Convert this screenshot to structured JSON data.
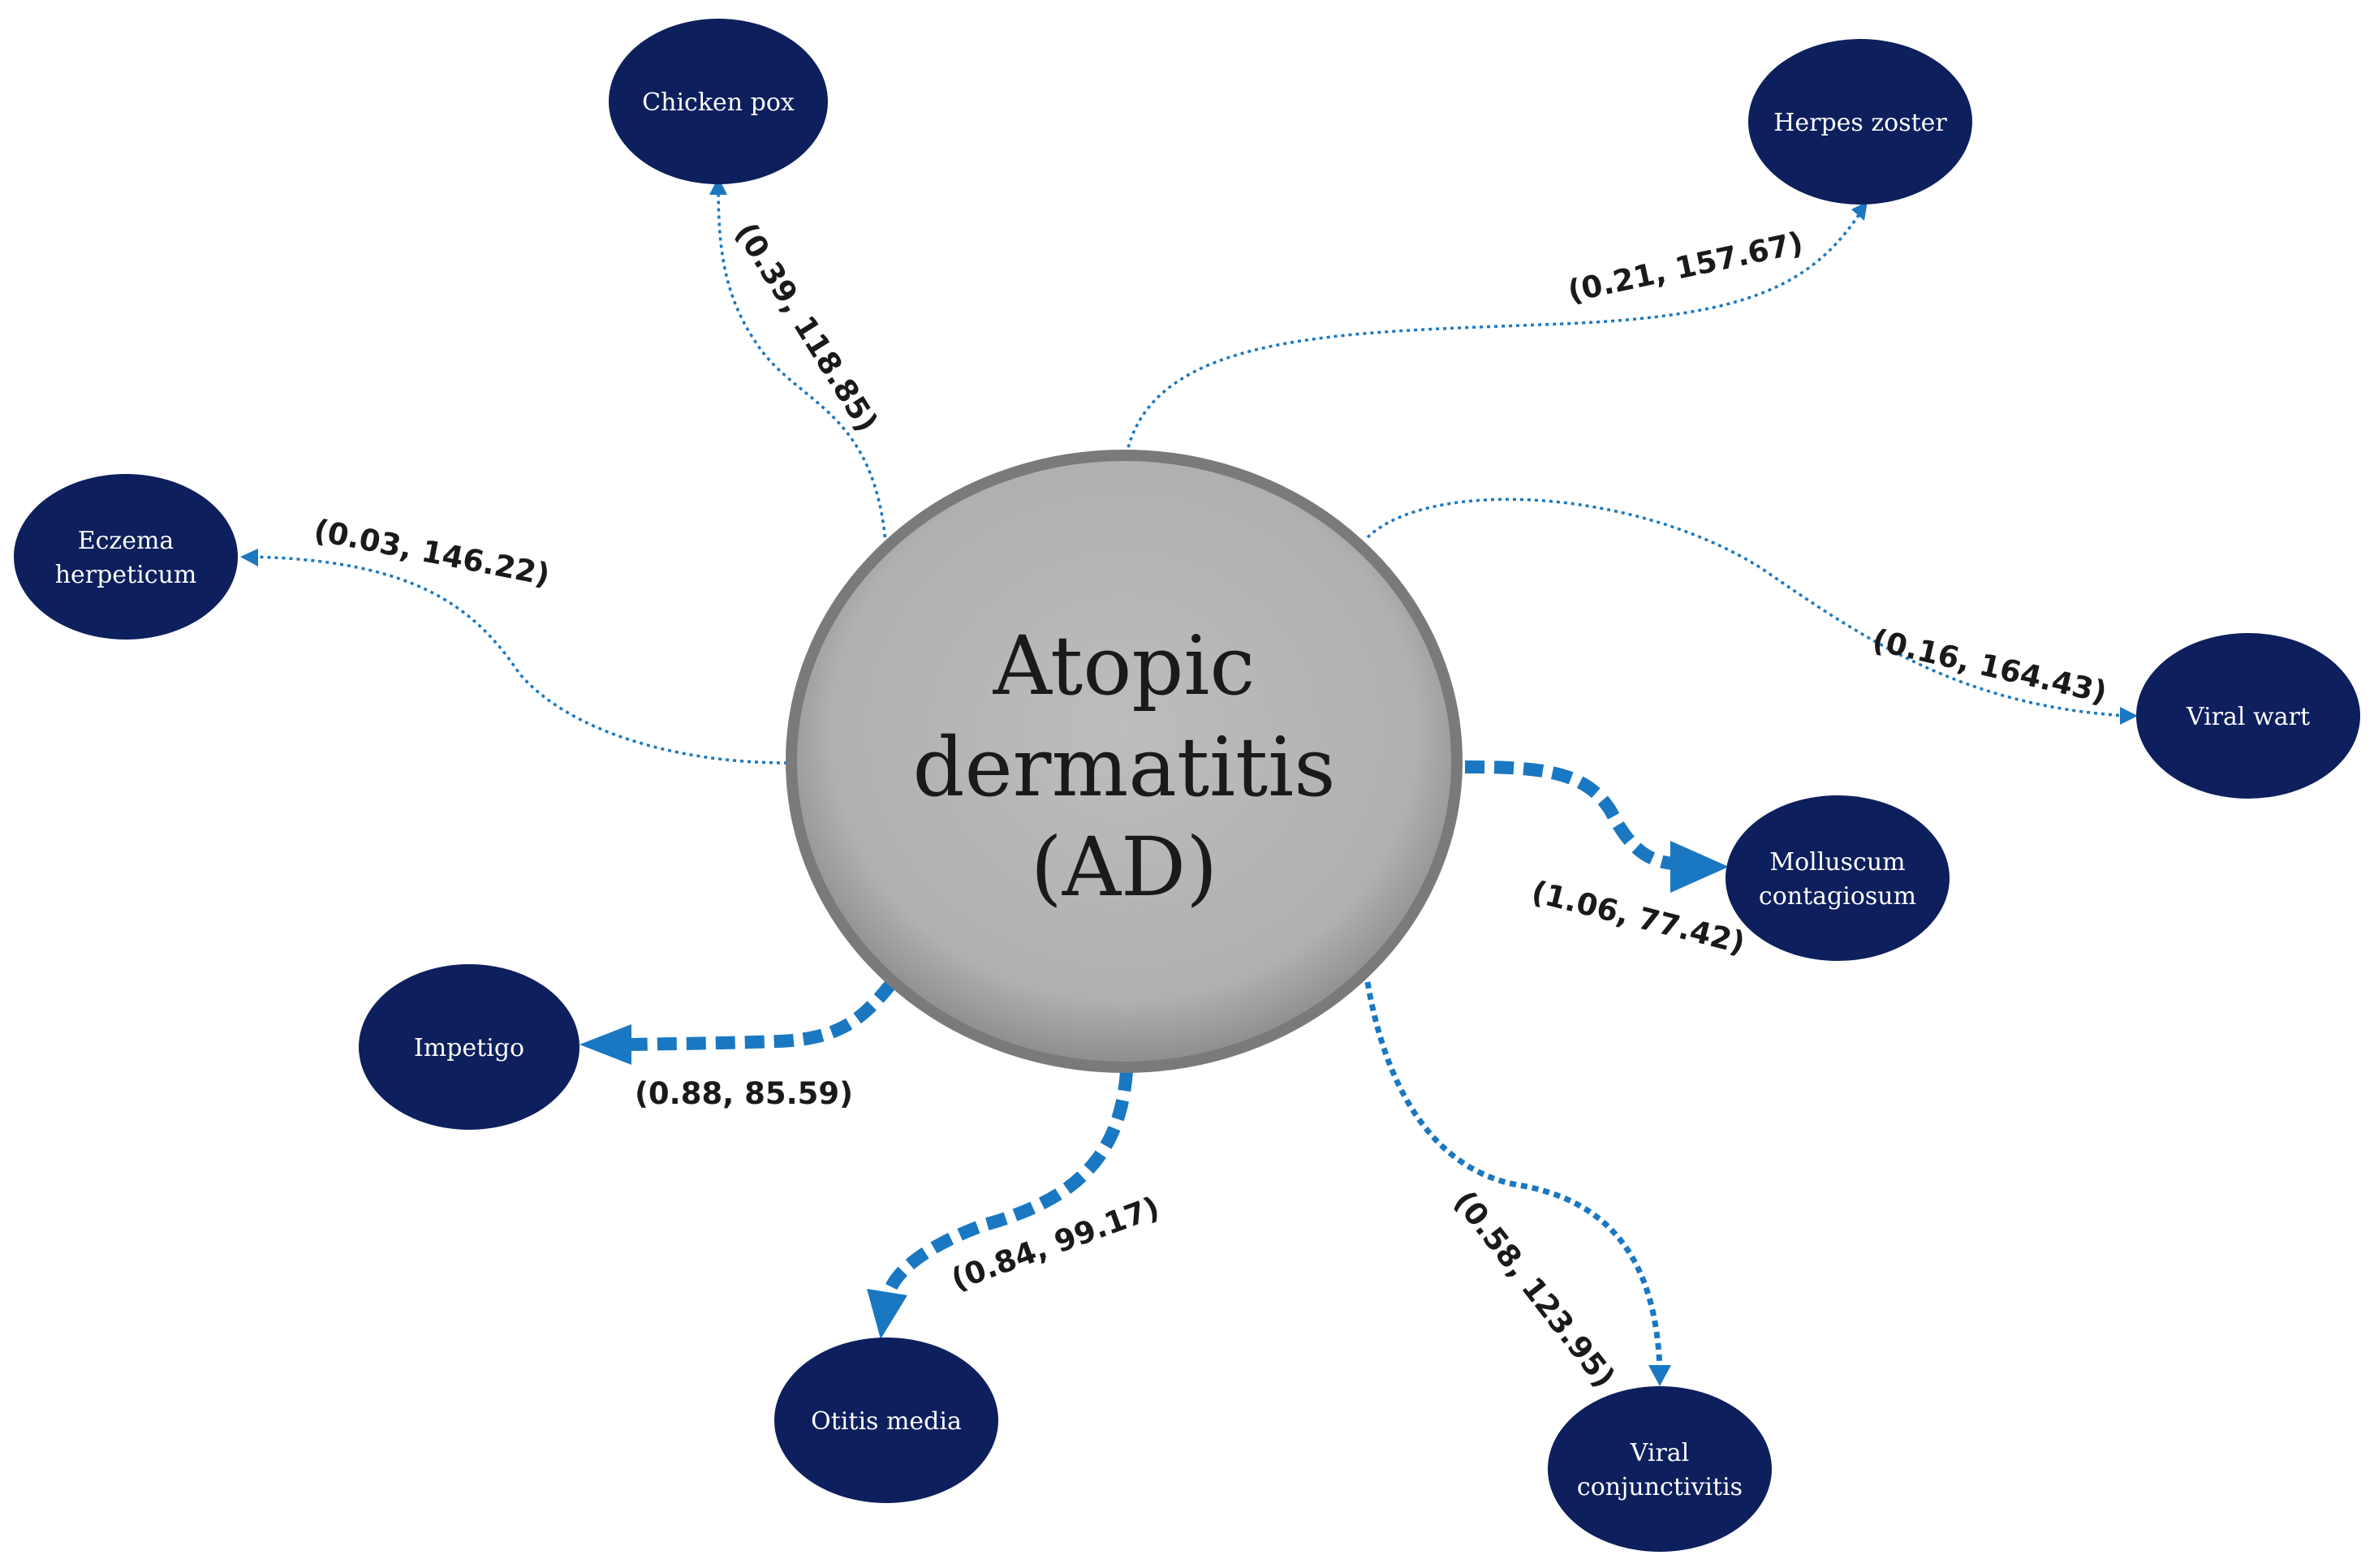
{
  "center": {
    "lines": [
      "Atopic",
      "dermatitis",
      "(AD)"
    ]
  },
  "colors": {
    "node_fill": "#0d1f5c",
    "edge": "#1a78c2",
    "center_fill": "#b3b3b3",
    "center_stroke": "#7a7a7a"
  },
  "nodes": [
    {
      "key": "chicken-pox",
      "lines": [
        "Chicken pox"
      ],
      "edge_label": "(0.39, 118.85)"
    },
    {
      "key": "herpes-zoster",
      "lines": [
        "Herpes zoster"
      ],
      "edge_label": "(0.21, 157.67)"
    },
    {
      "key": "eczema-herpeticum",
      "lines": [
        "Eczema",
        "herpeticum"
      ],
      "edge_label": "(0.03, 146.22)"
    },
    {
      "key": "viral-wart",
      "lines": [
        "Viral wart"
      ],
      "edge_label": "(0.16, 164.43)"
    },
    {
      "key": "molluscum-contagiosum",
      "lines": [
        "Molluscum",
        "contagiosum"
      ],
      "edge_label": "(1.06, 77.42)"
    },
    {
      "key": "impetigo",
      "lines": [
        "Impetigo"
      ],
      "edge_label": "(0.88, 85.59)"
    },
    {
      "key": "otitis-media",
      "lines": [
        "Otitis media"
      ],
      "edge_label": "(0.84, 99.17)"
    },
    {
      "key": "viral-conjunctivitis",
      "lines": [
        "Viral",
        "conjunctivitis"
      ],
      "edge_label": "(0.58, 123.95)"
    }
  ]
}
